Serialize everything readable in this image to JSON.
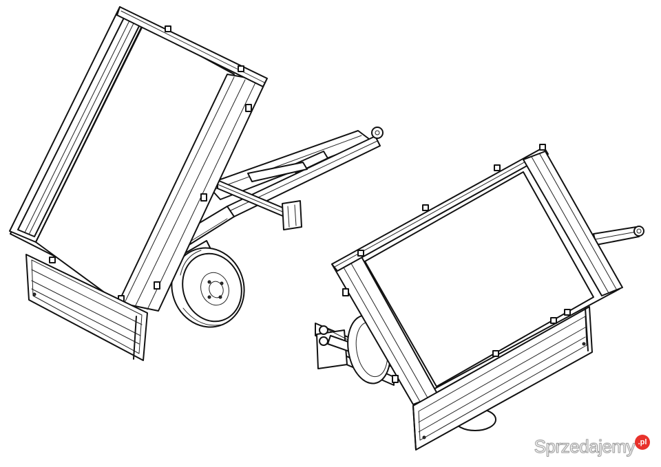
{
  "image": {
    "subject_left": "tipper-trailer-tilted-left",
    "subject_right": "tipper-trailer-tilted-right",
    "line_color": "#111111",
    "background_color": "#ffffff"
  },
  "watermark": {
    "text": "Sprzedajemy",
    "badge": ".pl",
    "badge_color": "#e8322c"
  }
}
